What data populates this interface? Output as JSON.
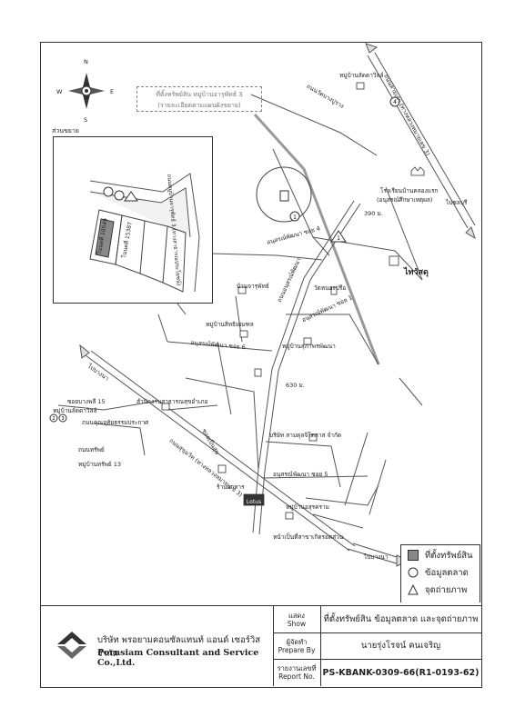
{
  "map": {
    "callout_line1": "ที่ตั้งทรัพย์สิน หมู่บ้านจารุพัทธ์ 3",
    "callout_line2": "(รายละเอียดตามแผนผังขยาย)",
    "inset_title": "ส่วนขยาย",
    "inset_road": "ถนนหมู่บ้านจารุพัทธ์ 3 (ทางสาธารณประโยชน์)",
    "inset_lot1": "โฉนดที่ 10549",
    "inset_lot2": "โฉนดที่ 15387",
    "compass": {
      "n": "N",
      "s": "S",
      "e": "E",
      "w": "W"
    },
    "labels": {
      "thanon_wat_bangpu": "ถนนวัดบางปูราง",
      "vill_ladda_top": "หมู่บ้านลัดดาวิลล์",
      "thanon_sukhumvit_old": "ถนนสายเก่า (ทางหลวงหมายเลข 3)",
      "to_bangna_right": "ไปบางนา",
      "school": "โรงเรียนบ้านคลองแรก",
      "temple_school": "(อนุสรณ์ศึกษาเหตุผล)",
      "soi4": "อนุสรณ์พัฒนา ซอย 4",
      "thaiwatsadu": "ไทวัสดุ",
      "tiny_label_a": "390 ม.",
      "jarupat": "บ้านจารุพัทธ์",
      "vill_nearby": "วัดหนองปรือ",
      "soi1": "อนุสรณ์พัฒนา ซอย 1",
      "road_main": "ถนนอนุสรณ์พัฒนา",
      "vill_sitthiman": "หมู่บ้านสิทธิมณฑล",
      "soi6": "อนุสรณ์พัฒนา ซอย 6",
      "vill_supha": "หมู่บ้านสุภาพรพัฒนา",
      "tiny_label_b": "630 ม.",
      "soi15": "ซอยบางพลี 15",
      "vill_ladda_left": "หมู่บ้านลัดดาวิลล์",
      "office": "สำนักงานสาธารณสุขอำเภอ",
      "thanon_left": "ถนนคุณอุทัยธรรมประกาศ",
      "to_bangna_left": "ไปบางนา",
      "vill_left": "ถนนทรัพย์",
      "vill_left2": "หมู่บ้านทรัพย์ 13",
      "company_bottom": "บริษัท สามดุลจิโตกาส จำกัด",
      "soi_dome": "ซอยเป็นสุข",
      "soi5": "อนุสรณ์พัฒนา ซอย 5",
      "sukhumvit": "ถนนสุขุมวิท (ทางหลวงหมายเลข 3)",
      "shop": "ร้านอาหาร",
      "vill_bottom": "หมู่บ้านอสุรคราม",
      "temple_bottom": "หน้าเป็นที่สาขาเกิดรอดส่วน",
      "to_bangna_bottom": "ไปบางนา",
      "lotus": "Lotus",
      "to_chonburi": "ไปชลบุรี"
    }
  },
  "legend": {
    "property": "ที่ตั้งทรัพย์สิน",
    "market": "ข้อมูลตลาด",
    "photo": "จุดถ่ายภาพ"
  },
  "title_block": {
    "company_th": "บริษัท พรอยามคอนซัลแทนท์ แอนด์ เซอร์วิส จำกัด",
    "company_en": "Pornsiam Consultant and Service Co.,Ltd.",
    "show_label_th": "แสดง",
    "show_label_en": "Show",
    "show_value": "ที่ตั้งทรัพย์สิน ข้อมูลตลาด และจุดถ่ายภาพ",
    "prepare_label_th": "ผู้จัดทำ",
    "prepare_label_en": "Prepare By",
    "prepare_value": "นายรุ่งโรจน์ คนเจริญ",
    "report_label_th": "รายงานเลขที่",
    "report_label_en": "Report No.",
    "report_value": "PS-KBANK-0309-66(R1-0193-62)"
  }
}
